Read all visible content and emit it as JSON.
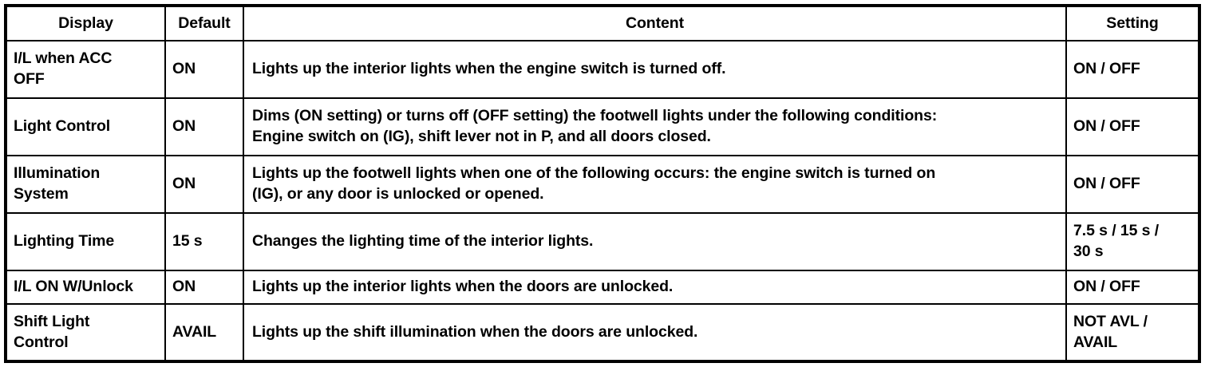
{
  "table": {
    "columns": [
      {
        "key": "display",
        "label": "Display"
      },
      {
        "key": "default",
        "label": "Default"
      },
      {
        "key": "content",
        "label": "Content"
      },
      {
        "key": "setting",
        "label": "Setting"
      }
    ],
    "rows": [
      {
        "display": "I/L when ACC\nOFF",
        "default": "ON",
        "content": "Lights up the interior lights when the engine switch is turned off.",
        "setting": "ON / OFF"
      },
      {
        "display": "Light Control",
        "default": "ON",
        "content": "Dims (ON setting) or turns off (OFF setting) the footwell lights under the following conditions:\nEngine switch on (IG), shift lever not in P, and all doors closed.",
        "setting": "ON / OFF"
      },
      {
        "display": "Illumination\nSystem",
        "default": "ON",
        "content": "Lights up the footwell lights when one of the following occurs: the engine switch is turned on\n(IG), or any door is unlocked or opened.",
        "setting": "ON / OFF"
      },
      {
        "display": "Lighting Time",
        "default": "15 s",
        "content": "Changes the lighting time of the interior lights.",
        "setting": "7.5 s / 15 s /\n30 s"
      },
      {
        "display": "I/L ON W/Unlock",
        "default": "ON",
        "content": "Lights up the interior lights when the doors are unlocked.",
        "setting": "ON / OFF"
      },
      {
        "display": "Shift Light\nControl",
        "default": "AVAIL",
        "content": "Lights up the shift illumination when the doors are unlocked.",
        "setting": "NOT AVL /\nAVAIL"
      }
    ]
  },
  "colors": {
    "border": "#000000",
    "text": "#000000",
    "background": "#ffffff"
  }
}
